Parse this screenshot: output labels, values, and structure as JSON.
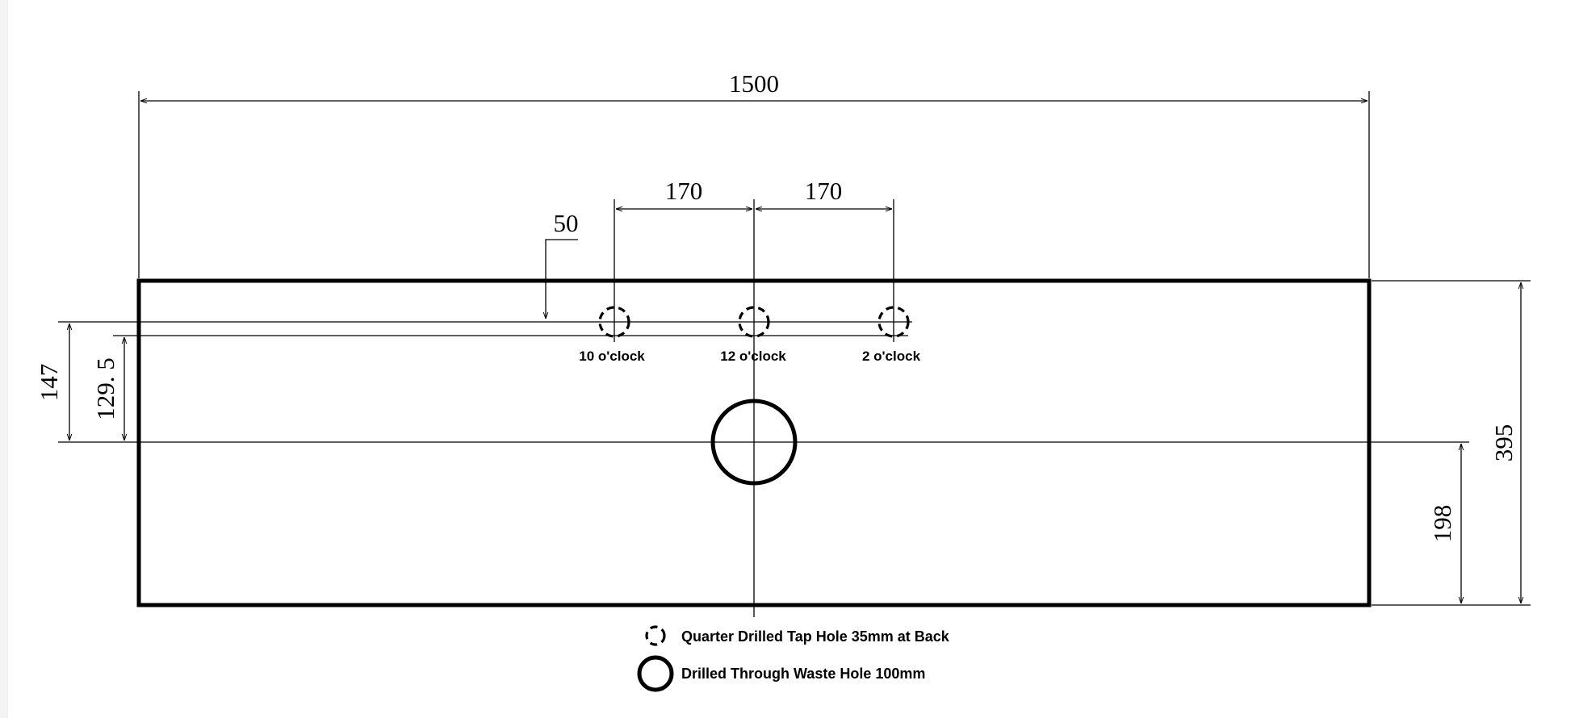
{
  "drawing": {
    "dimensions": {
      "overall_width": "1500",
      "tap_spacing_left": "170",
      "tap_spacing_right": "170",
      "tap_setback": "50",
      "tap_from_waste": "147",
      "tap_edge_from_waste": "129. 5",
      "overall_depth": "395",
      "waste_from_front": "198"
    },
    "tap_holes": [
      {
        "label": "10 o'clock"
      },
      {
        "label": "12 o'clock"
      },
      {
        "label": "2 o'clock"
      }
    ],
    "legend": {
      "tap_hole": "Quarter Drilled Tap Hole 35mm at Back",
      "waste_hole": "Drilled Through Waste Hole 100mm"
    }
  }
}
